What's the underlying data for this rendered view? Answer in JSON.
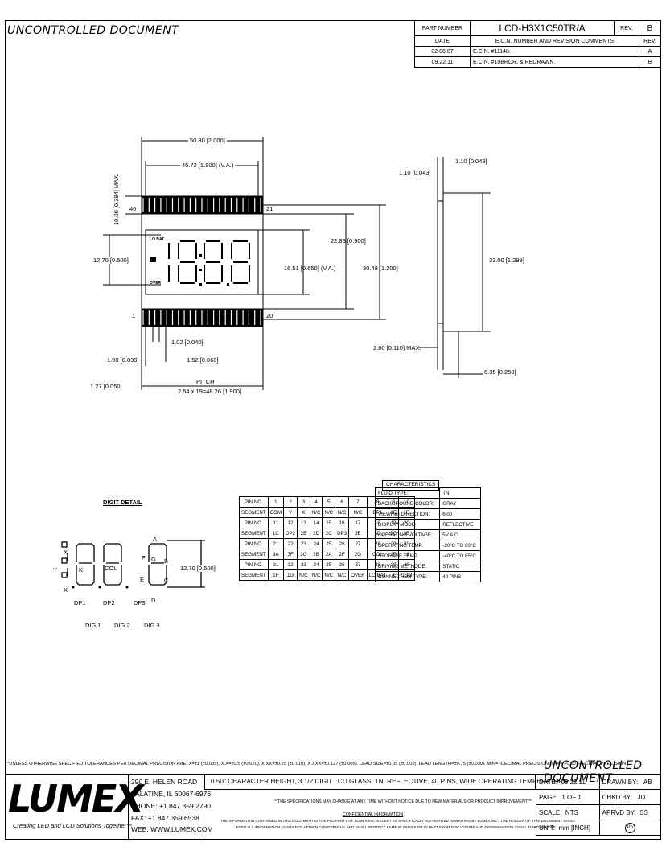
{
  "header": {
    "uncontrolled": "UNCONTROLLED DOCUMENT",
    "part_number_label": "PART NUMBER",
    "part_number": "LCD-H3X1C50TR/A",
    "rev_label": "REV.",
    "rev": "B",
    "date_col": "DATE",
    "ecn_col": "E.C.N. NUMBER AND REVISION COMMENTS",
    "rev_col": "REV.",
    "revisions": [
      {
        "date": "02.06.07",
        "comment": "E.C.N. #11148.",
        "rev": "A"
      },
      {
        "date": "09.22.11",
        "comment": "E.C.N. #10BRDR. & REDRAWN.",
        "rev": "B"
      }
    ]
  },
  "drawing": {
    "dim_total_width": "50.80 [2.000]",
    "dim_va_width": "45.72 [1.800] (V.A.)",
    "dim_max_height": "10.00 [0.394] MAX.",
    "dim_digit_height": "12.70 [0.500]",
    "dim_va_height": "16.51 [0.650] (V.A.)",
    "dim_glass_height": "22.86 [0.900]",
    "dim_pin_span": "30.48 [1.200]",
    "dim_pin_width": "1.02 [0.040]",
    "dim_pin_offset": "1.00 [0.039]",
    "dim_pin_step": "1.52 [0.060]",
    "dim_pitch_label": "PITCH",
    "dim_pitch": "2.54 x 19=48.26 [1.900]",
    "dim_pin_end": "1.27 [0.050]",
    "pin_1": "1",
    "pin_20": "20",
    "pin_21": "21",
    "pin_40": "40",
    "label_lobat": "LO BAT",
    "label_over": "OVER",
    "side_dim_1": "1.10 [0.043]",
    "side_dim_2": "1.10 [0.043]",
    "side_height": "33.00 [1.299]",
    "side_thickness": "2.80 [0.110] MAX.",
    "side_pin_length": "6.35 [0.250]"
  },
  "digit_detail": {
    "title": "DIGIT DETAIL",
    "height": "12.70 [0.500]",
    "seg_A": "A",
    "seg_B": "B",
    "seg_C": "C",
    "seg_D": "D",
    "seg_E": "E",
    "seg_F": "F",
    "seg_G": "G",
    "seg_X": "X",
    "seg_Y": "Y",
    "seg_K": "K",
    "col": "COL",
    "dp1": "DP1",
    "dp2": "DP2",
    "dp3": "DP3",
    "dig1": "DIG 1",
    "dig2": "DIG 2",
    "dig3": "DIG 3"
  },
  "pin_table": [
    [
      "PIN NO.",
      "1",
      "2",
      "3",
      "4",
      "5",
      "6",
      "7",
      "8",
      "9",
      "10"
    ],
    [
      "SEGMENT",
      "COM",
      "Y",
      "K",
      "N/C",
      "N/C",
      "N/C",
      "N/C",
      "DP1",
      "1E",
      "1D"
    ],
    [
      "PIN NO.",
      "11",
      "12",
      "13",
      "14",
      "15",
      "16",
      "17",
      "18",
      "19",
      "20"
    ],
    [
      "SEGMENT",
      "1C",
      "DP2",
      "2E",
      "2D",
      "2C",
      "DP3",
      "3E",
      "3D",
      "3C",
      "3B"
    ],
    [
      "PIN NO.",
      "21",
      "22",
      "23",
      "24",
      "25",
      "26",
      "27",
      "28",
      "29",
      "30"
    ],
    [
      "SEGMENT",
      "3A",
      "3F",
      "3G",
      "2B",
      "2A",
      "2F",
      "2G",
      "COL",
      "1B",
      "1A"
    ],
    [
      "PIN NO.",
      "31",
      "32",
      "33",
      "34",
      "35",
      "36",
      "37",
      "38",
      "39",
      "40"
    ],
    [
      "SEGMENT",
      "1F",
      "1G",
      "N/C",
      "N/C",
      "N/C",
      "N/C",
      "OVER",
      "LO BAT",
      "X",
      "COM"
    ]
  ],
  "characteristics": {
    "title": "CHARACTERISTICS",
    "rows": [
      [
        "FLUID TYPE:",
        "TN"
      ],
      [
        "BACKGROUND COLOR:",
        "GRAY"
      ],
      [
        "VIEWING DIRECTION:",
        "6:00"
      ],
      [
        "DISPLAY MODE:",
        "REFLECTIVE"
      ],
      [
        "OPERATING VOLTAGE:",
        "5V A.C."
      ],
      [
        "OPERATING TEMP.",
        "-20°C TO 80°C"
      ],
      [
        "STORAGE TEMP.",
        "-40°C TO 85°C"
      ],
      [
        "DRIVING METHODE:",
        "STATIC"
      ],
      [
        "CONNECTION TYPE:",
        "40 PINS"
      ]
    ]
  },
  "footer": {
    "tolerances": "*UNLESS OTHERWISE SPECIFIED TOLERANCES PER DECIMAL PRECISION ARE: X=±1 (±0.039), X.X=±0.5 (±0.020), X.XX=±0.25 (±0.010), X.XXX=±0.127 (±0.005). LEAD SIZE=±0.05 (±0.002), LEAD LENGTH=±0.75 (±0.030). MIN= -DECIMAL PRECISION MAX= +0.00 -DECIMAL PRECISION",
    "uncontrolled": "UNCONTROLLED DOCUMENT",
    "logo": "LUMEX",
    "tagline": "Creating LED and LCD Solutions Together™",
    "address1": "290 E. HELEN ROAD",
    "address2": "PALATINE, IL 60067-6976",
    "phone": "PHONE: +1.847.359.2790",
    "fax": "FAX: +1.847.359.6538",
    "web": "WEB: WWW.LUMEX.COM",
    "description": "0.50\" CHARACTER HEIGHT, 3 1/2 DIGIT LCD GLASS, TN, REFLECTIVE, 40 PINS, WIDE OPERATING TEMPERATURE.",
    "notice": "**THE SPECIFICATIONS MAY CHANGE AT ANY TIME WITHOUT NOTICE DUE TO NEW MATERIALS OR PRODUCT IMPROVEMENT.**",
    "confidential_title": "CONFIDENTIAL INFORMATION",
    "confidential_1": "THE INFORMATION CONTAINED IN THIS DOCUMENT IS THE PROPERTY OF LUMEX INC. EXCEPT AS SPECIFICALLY AUTHORIZED IN WRITING BY LUMEX INC., THE HOLDER OF THIS DOCUMENT SHALL",
    "confidential_2": "KEEP ALL INFORMATION CONTAINED HEREIN CONFIDENTIAL AND SHALL PROTECT SAME IN WHOLE OR IN PART FROM DISCLOSURE AND DISSEMINATION TO ALL THIRD PARTIES.",
    "date_label": "DATE:",
    "date": "09.22.11",
    "drawn_label": "DRAWN BY:",
    "drawn": "AB",
    "page_label": "PAGE:",
    "page": "1 OF 1",
    "chkd_label": "CHKD BY:",
    "chkd": "JD",
    "scale_label": "SCALE:",
    "scale": "NTS",
    "aprvd_label": "APRVD BY:",
    "aprvd": "SS",
    "unit_label": "UNIT:",
    "unit": "mm [INCH]",
    "rohs": "Pb"
  }
}
